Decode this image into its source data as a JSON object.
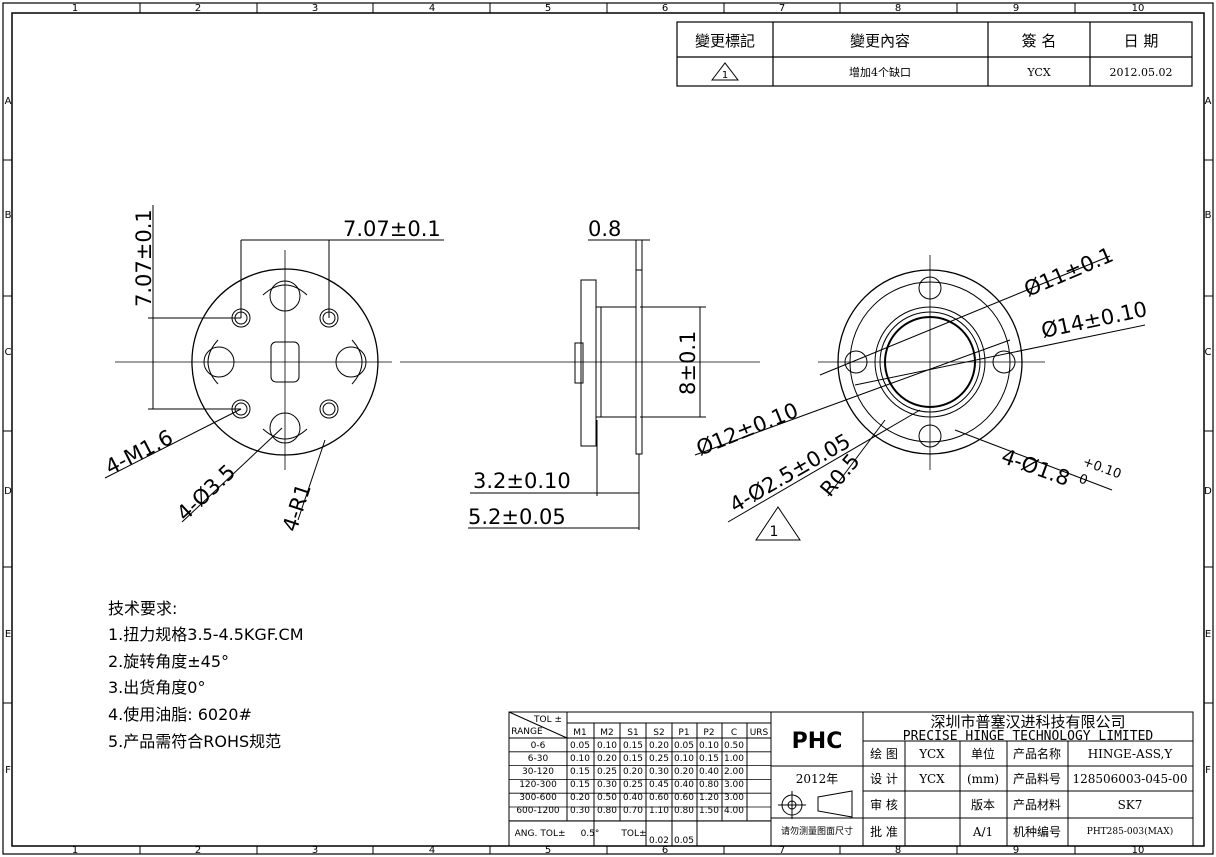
{
  "border": {
    "columns": [
      "1",
      "2",
      "3",
      "4",
      "5",
      "6",
      "7",
      "8",
      "9",
      "10"
    ],
    "rows": [
      "A",
      "B",
      "C",
      "D",
      "E",
      "F"
    ]
  },
  "revision": {
    "headers": [
      "變更標記",
      "變更內容",
      "簽  名",
      "日   期"
    ],
    "mark": "1",
    "content": "增加4个缺口",
    "signer": "YCX",
    "date": "2012.05.02"
  },
  "front_view": {
    "dim_horizontal": "7.07±0.1",
    "dim_vertical": "7.07±0.1",
    "thread": "4-M1.6",
    "holes": "4-Ø3.5",
    "radius": "4-R1"
  },
  "side_view": {
    "thickness": "0.8",
    "diameter": "8±0.1",
    "len_short": "3.2±0.10",
    "len_long": "5.2±0.05"
  },
  "rear_view": {
    "d_inner": "Ø11±0.1",
    "d_outer": "Ø14±0.10",
    "d_pcd": "Ø12±0.10",
    "holes": "4-Ø2.5±0.05",
    "radius": "R0.5",
    "slot": "4-Ø1.8",
    "slot_tol_upper": "+0.10",
    "slot_tol_lower": "0",
    "rev_mark": "1"
  },
  "notes": {
    "title": "技术要求:",
    "items": [
      "1.扭力规格3.5-4.5KGF.CM",
      "2.旋转角度±45°",
      "3.出货角度0°",
      "4.使用油脂: 6020#",
      "5.产品需符合ROHS规范"
    ]
  },
  "tolerance": {
    "corner_top": "TOL ±",
    "corner_bottom": "RANGE",
    "cols": [
      "M1",
      "M2",
      "S1",
      "S2",
      "P1",
      "P2",
      "C",
      "URS"
    ],
    "rows": [
      {
        "range": "0-6",
        "v": [
          "0.05",
          "0.10",
          "0.15",
          "0.20",
          "0.05",
          "0.10",
          "0.50",
          ""
        ]
      },
      {
        "range": "6-30",
        "v": [
          "0.10",
          "0.20",
          "0.15",
          "0.25",
          "0.10",
          "0.15",
          "1.00",
          ""
        ]
      },
      {
        "range": "30-120",
        "v": [
          "0.15",
          "0.25",
          "0.20",
          "0.30",
          "0.20",
          "0.40",
          "2.00",
          ""
        ]
      },
      {
        "range": "120-300",
        "v": [
          "0.15",
          "0.30",
          "0.25",
          "0.45",
          "0.40",
          "0.80",
          "3.00",
          ""
        ]
      },
      {
        "range": "300-600",
        "v": [
          "0.20",
          "0.50",
          "0.40",
          "0.60",
          "0.60",
          "1.20",
          "3.00",
          ""
        ]
      },
      {
        "range": "600-1200",
        "v": [
          "0.30",
          "0.80",
          "0.70",
          "1.10",
          "0.80",
          "1.50",
          "4.00",
          ""
        ]
      }
    ],
    "ang_label": "ANG.",
    "tol_label": "TOL±",
    "ang_value": "0.5°",
    "tol_label2": "TOL±",
    "flat_value": "0.02",
    "round_value": "0.05"
  },
  "title_block": {
    "logo": "PHC",
    "company_cn": "深圳市普塞汉进科技有限公司",
    "company_en": "PRECISE HINGE TECHNOLOGY LIMITED",
    "year": "2012年",
    "measure_note": "请勿测量图面尺寸",
    "labels": {
      "draw": "绘 图",
      "design": "设 计",
      "check": "审 核",
      "approve": "批 准",
      "unit": "单位",
      "version": "版本",
      "name": "产品名称",
      "number": "产品料号",
      "material": "产品材料",
      "model": "机种编号"
    },
    "draw_by": "YCX",
    "design_by": "YCX",
    "unit": "(mm)",
    "version": "A/1",
    "name": "HINGE-ASS,Y",
    "number": "128506003-045-00",
    "material": "SK7",
    "model": "PHT285-003(MAX)"
  }
}
